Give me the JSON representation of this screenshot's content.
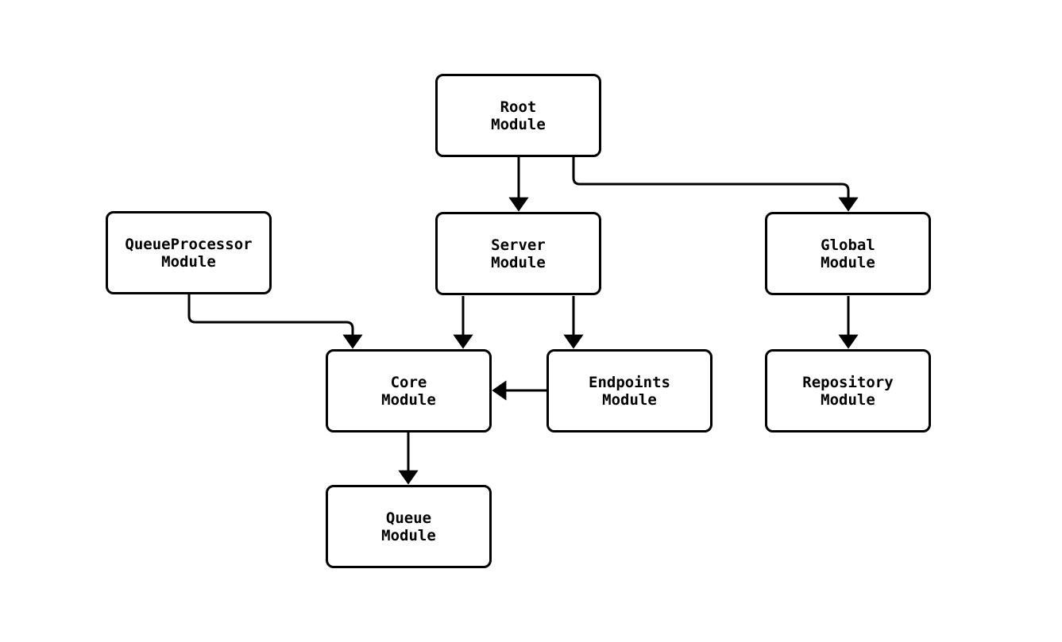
{
  "diagram": {
    "type": "flowchart",
    "background_color": "#ffffff",
    "node_fill_color": "#ffffff",
    "node_border_color": "#000000",
    "edge_color": "#000000",
    "text_color": "#000000"
  },
  "nodes": [
    {
      "id": "root",
      "line1": "Root",
      "line2": "Module"
    },
    {
      "id": "queueprocessor",
      "line1": "QueueProcessor",
      "line2": "Module"
    },
    {
      "id": "server",
      "line1": "Server",
      "line2": "Module"
    },
    {
      "id": "global",
      "line1": "Global",
      "line2": "Module"
    },
    {
      "id": "core",
      "line1": "Core",
      "line2": "Module"
    },
    {
      "id": "endpoints",
      "line1": "Endpoints",
      "line2": "Module"
    },
    {
      "id": "repository",
      "line1": "Repository",
      "line2": "Module"
    },
    {
      "id": "queue",
      "line1": "Queue",
      "line2": "Module"
    }
  ],
  "edges": [
    {
      "from": "Root Module",
      "to": "Server Module"
    },
    {
      "from": "Root Module",
      "to": "Global Module"
    },
    {
      "from": "QueueProcessor Module",
      "to": "Core Module"
    },
    {
      "from": "Server Module",
      "to": "Core Module"
    },
    {
      "from": "Server Module",
      "to": "Endpoints Module"
    },
    {
      "from": "Endpoints Module",
      "to": "Core Module"
    },
    {
      "from": "Global Module",
      "to": "Repository Module"
    },
    {
      "from": "Core Module",
      "to": "Queue Module"
    }
  ]
}
